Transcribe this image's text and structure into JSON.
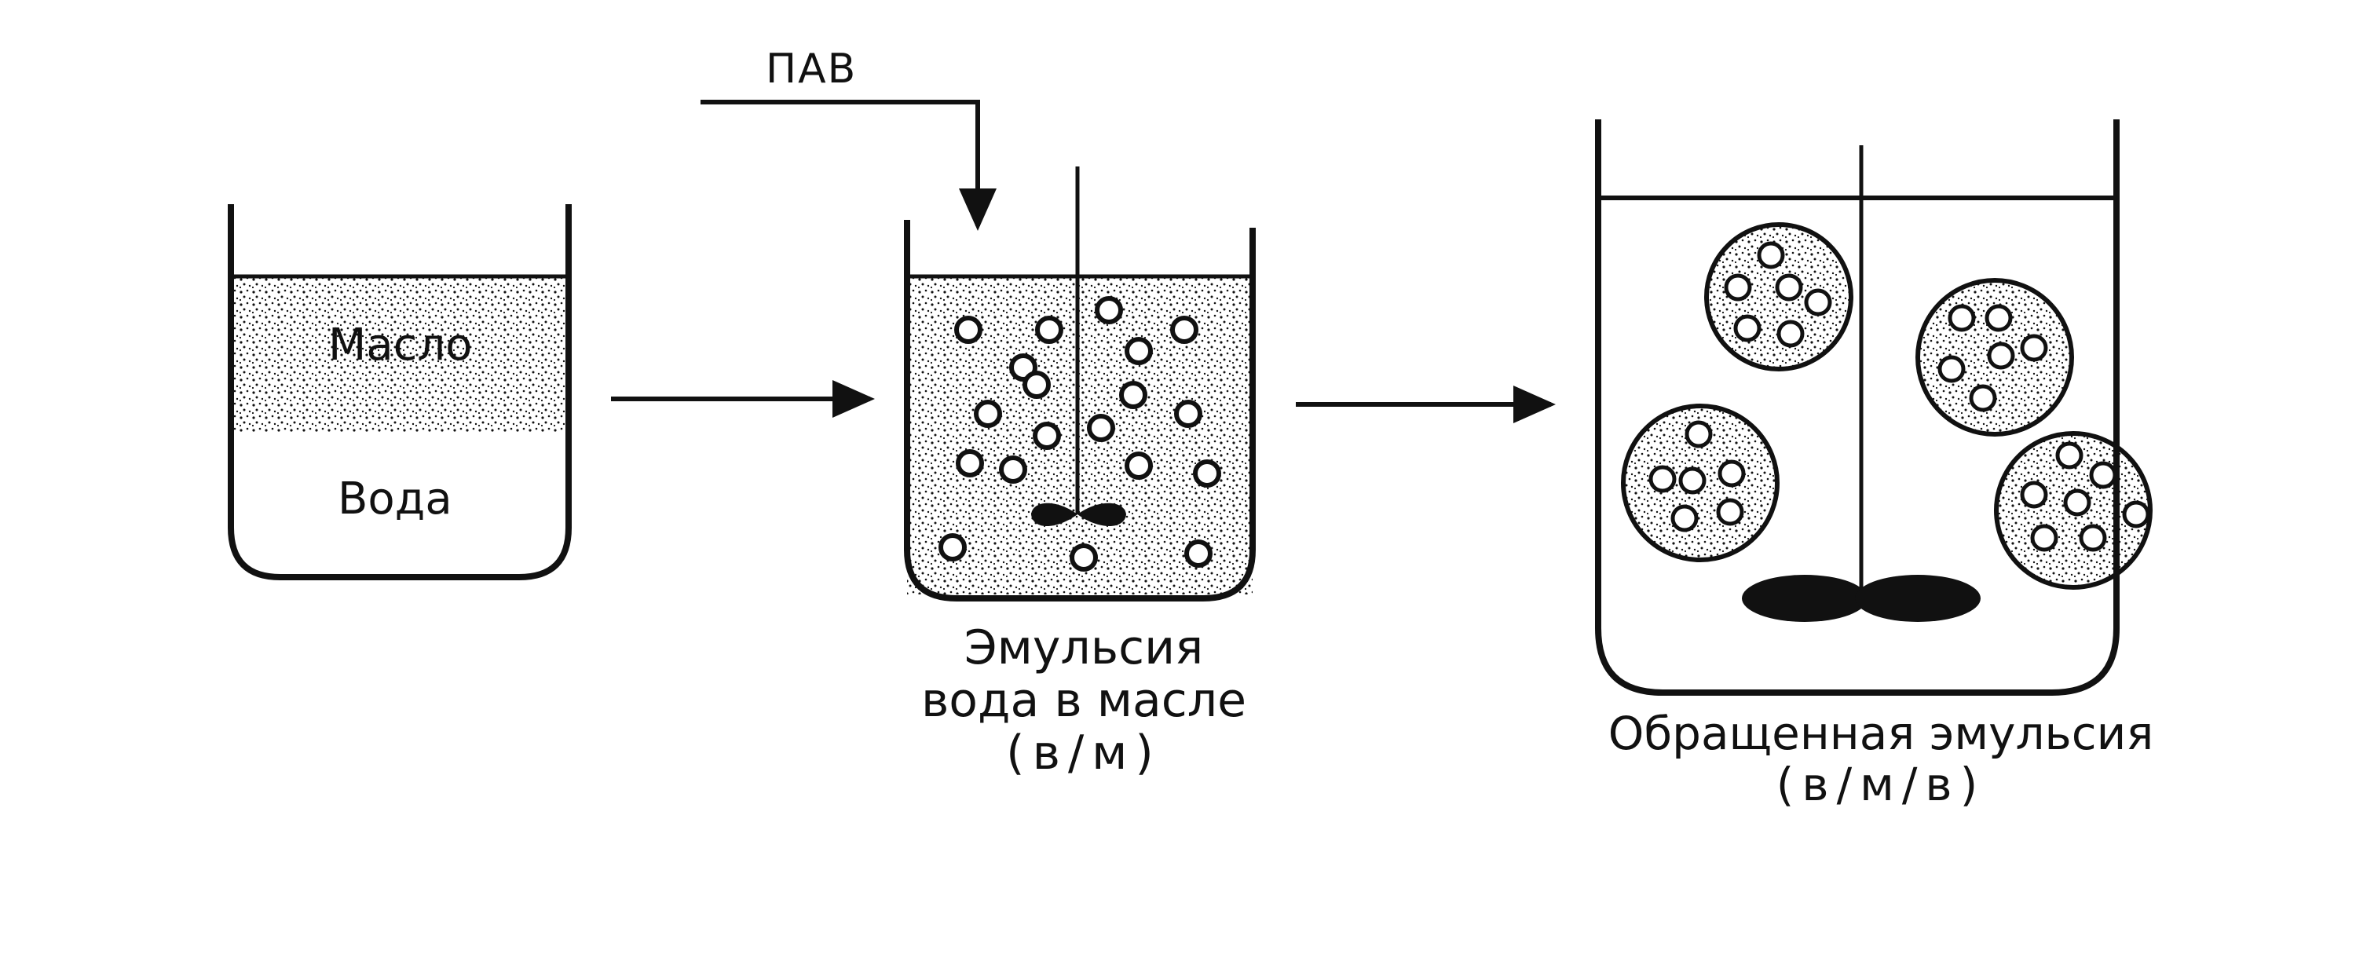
{
  "labels": {
    "surfactant": "ПАВ",
    "oil": "Масло",
    "water": "Вода"
  },
  "captions": {
    "emulsion_line1": "Эмульсия",
    "emulsion_line2": "вода в масле",
    "emulsion_abbr": "(в/м)",
    "inverted_line1": "Обращенная эмульсия",
    "inverted_abbr": "(в/м/в)"
  },
  "colors": {
    "ink": "#111111",
    "background": "#ffffff"
  }
}
